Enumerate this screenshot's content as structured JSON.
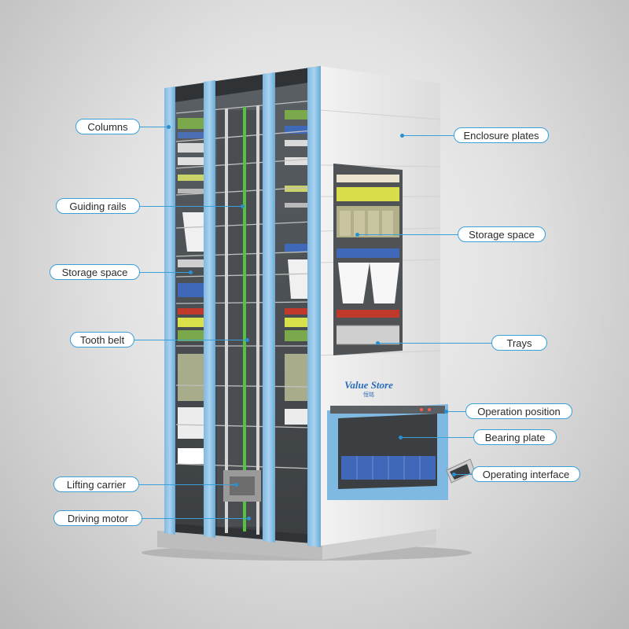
{
  "labels": {
    "columns": "Columns",
    "guiding_rails": "Guiding rails",
    "storage_space_left": "Storage space",
    "tooth_belt": "Tooth belt",
    "lifting_carrier": "Lifting carrier",
    "driving_motor": "Driving motor",
    "enclosure_plates": "Enclosure plates",
    "storage_space_right": "Storage space",
    "trays": "Trays",
    "operation_position": "Operation  position",
    "bearing_plate": "Bearing plate",
    "operating_interface": "Operating interface"
  },
  "brand": {
    "logo_text": "Value Store",
    "sub_text": "恒铭"
  },
  "colors": {
    "accent_blue": "#3aa0d8",
    "column_blue": "#8ec3e6",
    "cabinet_white": "#ececec",
    "tooth_belt_green": "#56c243",
    "leader_blue": "#3aa0d8"
  }
}
